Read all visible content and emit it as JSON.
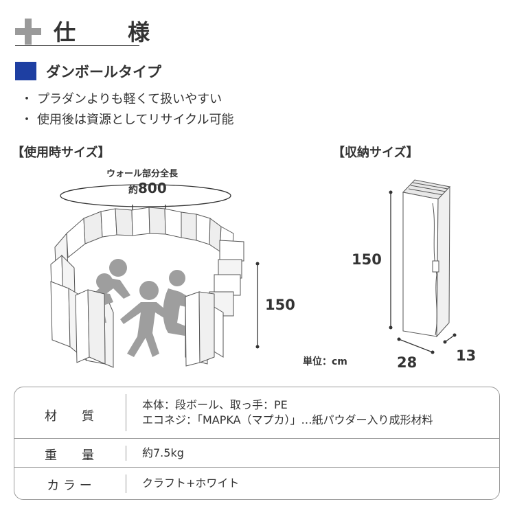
{
  "header": {
    "title": "仕　様",
    "icon": "plus-icon"
  },
  "section": {
    "title": "ダンボールタイプ",
    "accent_color": "#1e3fa2",
    "bullets": [
      "プラダンよりも軽くて扱いやすい",
      "使用後は資源としてリサイクル可能"
    ]
  },
  "use_size": {
    "label": "【使用時サイズ】",
    "wall_length_label": "ウォール部分全長",
    "approx_prefix": "約",
    "wall_length": "800",
    "height": "150"
  },
  "storage_size": {
    "label": "【収納サイズ】",
    "height": "150",
    "width": "28",
    "depth": "13"
  },
  "unit": "単位：cm",
  "specs": [
    {
      "label": "材　　質",
      "lines": [
        "本体：段ボール、取っ手：PE",
        "エコネジ：「MAPKA（マプカ）」…紙パウダー入り成形材料"
      ]
    },
    {
      "label": "重　　量",
      "lines": [
        "約7.5kg"
      ]
    },
    {
      "label": "カ ラ ー",
      "lines": [
        "クラフト+ホワイト"
      ]
    }
  ]
}
